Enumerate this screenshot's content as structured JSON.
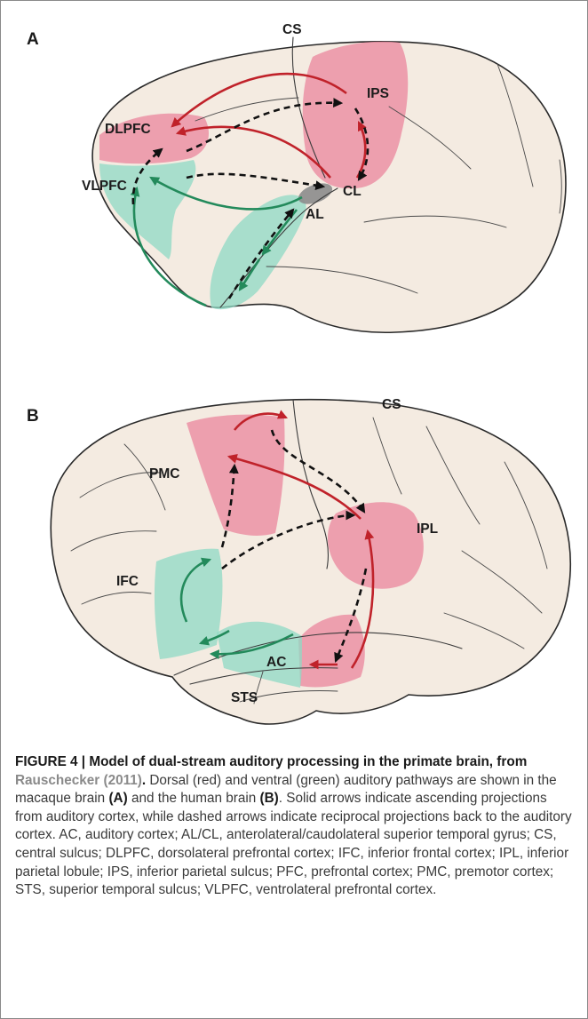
{
  "figure": {
    "panel_a": {
      "letter": "A",
      "labels": {
        "cs": "CS",
        "ips": "IPS",
        "dlpfc": "DLPFC",
        "vlpfc": "VLPFC",
        "cl": "CL",
        "al": "AL"
      }
    },
    "panel_b": {
      "letter": "B",
      "labels": {
        "cs": "CS",
        "pmc": "PMC",
        "ipl": "IPL",
        "ifc": "IFC",
        "ac": "AC",
        "sts": "STS"
      }
    },
    "colors": {
      "dorsal": "#c0222a",
      "ventral": "#238a5b",
      "dorsal_region": "#ec8ea2",
      "ventral_region": "#8fd9c4"
    }
  },
  "caption": {
    "title": "FIGURE 4 | Model of dual-stream auditory processing in the primate brain, from ",
    "citation": "Rauschecker (2011)",
    "title_end": ".",
    "text_1": " Dorsal (red) and ventral (green) auditory pathways are shown in the macaque brain ",
    "ref_a": "(A)",
    "text_2": " and the human brain ",
    "ref_b": "(B)",
    "text_3": ". Solid arrows indicate ascending projections from auditory cortex, while dashed arrows indicate reciprocal projections back to the auditory cortex. AC, auditory cortex; AL/CL, anterolateral/caudolateral superior temporal gyrus; CS, central sulcus; DLPFC, dorsolateral prefrontal cortex; IFC, inferior frontal cortex; IPL, inferior parietal lobule; IPS, inferior parietal sulcus; PFC, prefrontal cortex; PMC, premotor cortex; STS, superior temporal sulcus; VLPFC, ventrolateral prefrontal cortex."
  }
}
